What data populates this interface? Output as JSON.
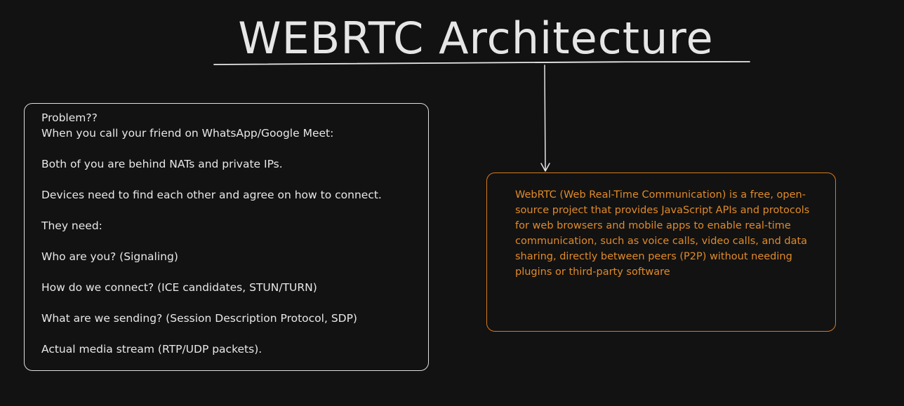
{
  "diagram": {
    "title": "WEBRTC Architecture",
    "problem_box": {
      "lines": [
        "Problem??",
        "When you call your friend on WhatsApp/Google Meet:",
        "",
        "Both of you are behind NATs and private IPs.",
        "",
        "Devices need to find each other and agree on how to connect.",
        "",
        "They need:",
        "",
        "Who are you? (Signaling)",
        "",
        "How do we connect? (ICE candidates, STUN/TURN)",
        "",
        "What are we sending? (Session Description Protocol, SDP)",
        "",
        "Actual media stream (RTP/UDP packets)."
      ]
    },
    "definition_box": {
      "text": "WebRTC (Web Real-Time Communication) is a free, open-source project that provides JavaScript APIs and protocols for web browsers and mobile apps to enable real-time communication, such as voice calls, video calls, and data sharing, directly between peers (P2P) without needing plugins or third-party software"
    },
    "colors": {
      "background": "#121212",
      "foreground": "#e6e6e6",
      "accent": "#e08a2a"
    }
  }
}
